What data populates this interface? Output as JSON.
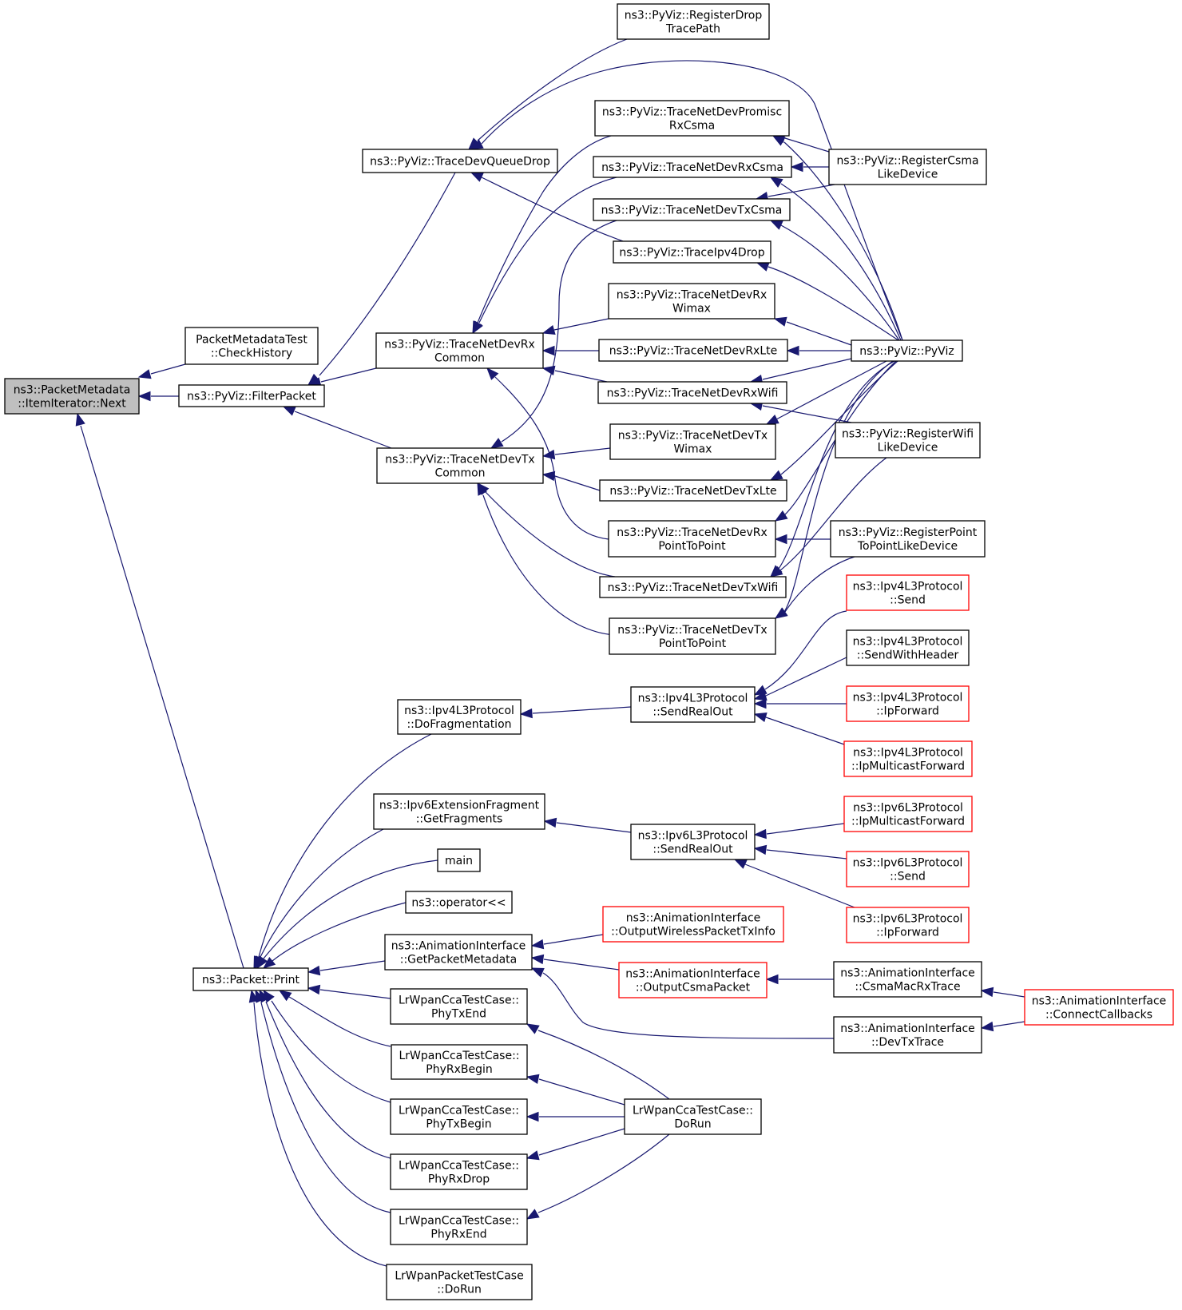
{
  "diagram": {
    "type": "call-graph",
    "colors": {
      "background": "#ffffff",
      "edge": "#191970",
      "node_border": "#000000",
      "truncated_node_border": "#ff0000",
      "root_fill": "#bfbfbf",
      "node_fill": "#ffffff"
    },
    "nodes": [
      {
        "id": "next",
        "lines": [
          "ns3::PacketMetadata",
          "::ItemIterator::Next"
        ],
        "style": "root"
      },
      {
        "id": "checkhistory",
        "lines": [
          "PacketMetadataTest",
          "::CheckHistory"
        ],
        "style": "normal"
      },
      {
        "id": "filterpacket",
        "lines": [
          "ns3::PyViz::FilterPacket"
        ],
        "style": "normal"
      },
      {
        "id": "tracedevqueuedrop",
        "lines": [
          "ns3::PyViz::TraceDevQueueDrop"
        ],
        "style": "normal"
      },
      {
        "id": "registerdrop",
        "lines": [
          "ns3::PyViz::RegisterDrop",
          "TracePath"
        ],
        "style": "normal"
      },
      {
        "id": "tracerxcommon",
        "lines": [
          "ns3::PyViz::TraceNetDevRx",
          "Common"
        ],
        "style": "normal"
      },
      {
        "id": "tracetxcommon",
        "lines": [
          "ns3::PyViz::TraceNetDevTx",
          "Common"
        ],
        "style": "normal"
      },
      {
        "id": "promisc",
        "lines": [
          "ns3::PyViz::TraceNetDevPromisc",
          "RxCsma"
        ],
        "style": "normal"
      },
      {
        "id": "rxcsma",
        "lines": [
          "ns3::PyViz::TraceNetDevRxCsma"
        ],
        "style": "normal"
      },
      {
        "id": "txcsma",
        "lines": [
          "ns3::PyViz::TraceNetDevTxCsma"
        ],
        "style": "normal"
      },
      {
        "id": "ipv4drop",
        "lines": [
          "ns3::PyViz::TraceIpv4Drop"
        ],
        "style": "normal"
      },
      {
        "id": "rxwimax",
        "lines": [
          "ns3::PyViz::TraceNetDevRx",
          "Wimax"
        ],
        "style": "normal"
      },
      {
        "id": "rxlte",
        "lines": [
          "ns3::PyViz::TraceNetDevRxLte"
        ],
        "style": "normal"
      },
      {
        "id": "rxwifi",
        "lines": [
          "ns3::PyViz::TraceNetDevRxWifi"
        ],
        "style": "normal"
      },
      {
        "id": "txwimax",
        "lines": [
          "ns3::PyViz::TraceNetDevTx",
          "Wimax"
        ],
        "style": "normal"
      },
      {
        "id": "txlte",
        "lines": [
          "ns3::PyViz::TraceNetDevTxLte"
        ],
        "style": "normal"
      },
      {
        "id": "rxp2p",
        "lines": [
          "ns3::PyViz::TraceNetDevRx",
          "PointToPoint"
        ],
        "style": "normal"
      },
      {
        "id": "txwifi",
        "lines": [
          "ns3::PyViz::TraceNetDevTxWifi"
        ],
        "style": "normal"
      },
      {
        "id": "txp2p",
        "lines": [
          "ns3::PyViz::TraceNetDevTx",
          "PointToPoint"
        ],
        "style": "normal"
      },
      {
        "id": "registercsma",
        "lines": [
          "ns3::PyViz::RegisterCsma",
          "LikeDevice"
        ],
        "style": "normal"
      },
      {
        "id": "pyviz",
        "lines": [
          "ns3::PyViz::PyViz"
        ],
        "style": "normal"
      },
      {
        "id": "registerwifi",
        "lines": [
          "ns3::PyViz::RegisterWifi",
          "LikeDevice"
        ],
        "style": "normal"
      },
      {
        "id": "registerp2p",
        "lines": [
          "ns3::PyViz::RegisterPoint",
          "ToPointLikeDevice"
        ],
        "style": "normal"
      },
      {
        "id": "packetprint",
        "lines": [
          "ns3::Packet::Print"
        ],
        "style": "normal"
      },
      {
        "id": "dofrag",
        "lines": [
          "ns3::Ipv4L3Protocol",
          "::DoFragmentation"
        ],
        "style": "normal"
      },
      {
        "id": "getfrags",
        "lines": [
          "ns3::Ipv6ExtensionFragment",
          "::GetFragments"
        ],
        "style": "normal"
      },
      {
        "id": "main",
        "lines": [
          "main"
        ],
        "style": "normal"
      },
      {
        "id": "oplt",
        "lines": [
          "ns3::operator<<"
        ],
        "style": "normal"
      },
      {
        "id": "getpktmeta",
        "lines": [
          "ns3::AnimationInterface",
          "::GetPacketMetadata"
        ],
        "style": "normal"
      },
      {
        "id": "phytxend",
        "lines": [
          "LrWpanCcaTestCase::",
          "PhyTxEnd"
        ],
        "style": "normal"
      },
      {
        "id": "phyrxbegin",
        "lines": [
          "LrWpanCcaTestCase::",
          "PhyRxBegin"
        ],
        "style": "normal"
      },
      {
        "id": "phytxbegin",
        "lines": [
          "LrWpanCcaTestCase::",
          "PhyTxBegin"
        ],
        "style": "normal"
      },
      {
        "id": "phyrxdrop",
        "lines": [
          "LrWpanCcaTestCase::",
          "PhyRxDrop"
        ],
        "style": "normal"
      },
      {
        "id": "phyrxend",
        "lines": [
          "LrWpanCcaTestCase::",
          "PhyRxEnd"
        ],
        "style": "normal"
      },
      {
        "id": "lrpktdorun",
        "lines": [
          "LrWpanPacketTestCase",
          "::DoRun"
        ],
        "style": "normal"
      },
      {
        "id": "v4sendrealout",
        "lines": [
          "ns3::Ipv4L3Protocol",
          "::SendRealOut"
        ],
        "style": "normal"
      },
      {
        "id": "v6sendrealout",
        "lines": [
          "ns3::Ipv6L3Protocol",
          "::SendRealOut"
        ],
        "style": "normal"
      },
      {
        "id": "v4send",
        "lines": [
          "ns3::Ipv4L3Protocol",
          "::Send"
        ],
        "style": "truncated"
      },
      {
        "id": "v4sendhdr",
        "lines": [
          "ns3::Ipv4L3Protocol",
          "::SendWithHeader"
        ],
        "style": "normal"
      },
      {
        "id": "v4ipfwd",
        "lines": [
          "ns3::Ipv4L3Protocol",
          "::IpForward"
        ],
        "style": "truncated"
      },
      {
        "id": "v4mcast",
        "lines": [
          "ns3::Ipv4L3Protocol",
          "::IpMulticastForward"
        ],
        "style": "truncated"
      },
      {
        "id": "v6mcast",
        "lines": [
          "ns3::Ipv6L3Protocol",
          "::IpMulticastForward"
        ],
        "style": "truncated"
      },
      {
        "id": "v6send",
        "lines": [
          "ns3::Ipv6L3Protocol",
          "::Send"
        ],
        "style": "truncated"
      },
      {
        "id": "v6ipfwd",
        "lines": [
          "ns3::Ipv6L3Protocol",
          "::IpForward"
        ],
        "style": "truncated"
      },
      {
        "id": "wirelesstx",
        "lines": [
          "ns3::AnimationInterface",
          "::OutputWirelessPacketTxInfo"
        ],
        "style": "truncated"
      },
      {
        "id": "csmapacket",
        "lines": [
          "ns3::AnimationInterface",
          "::OutputCsmaPacket"
        ],
        "style": "truncated"
      },
      {
        "id": "csmamacrx",
        "lines": [
          "ns3::AnimationInterface",
          "::CsmaMacRxTrace"
        ],
        "style": "normal"
      },
      {
        "id": "devtxtrace",
        "lines": [
          "ns3::AnimationInterface",
          "::DevTxTrace"
        ],
        "style": "normal"
      },
      {
        "id": "connectcb",
        "lines": [
          "ns3::AnimationInterface",
          "::ConnectCallbacks"
        ],
        "style": "truncated"
      },
      {
        "id": "ccadorun",
        "lines": [
          "LrWpanCcaTestCase::",
          "DoRun"
        ],
        "style": "normal"
      }
    ],
    "edges": [
      {
        "from": "checkhistory",
        "to": "next"
      },
      {
        "from": "filterpacket",
        "to": "next"
      },
      {
        "from": "packetprint",
        "to": "next"
      },
      {
        "from": "tracedevqueuedrop",
        "to": "filterpacket"
      },
      {
        "from": "tracerxcommon",
        "to": "filterpacket"
      },
      {
        "from": "tracetxcommon",
        "to": "filterpacket"
      },
      {
        "from": "registerdrop",
        "to": "tracedevqueuedrop"
      },
      {
        "from": "pyviz",
        "to": "tracedevqueuedrop"
      },
      {
        "from": "ipv4drop",
        "to": "tracedevqueuedrop"
      },
      {
        "from": "promisc",
        "to": "tracerxcommon"
      },
      {
        "from": "rxcsma",
        "to": "tracerxcommon"
      },
      {
        "from": "rxwimax",
        "to": "tracerxcommon"
      },
      {
        "from": "rxlte",
        "to": "tracerxcommon"
      },
      {
        "from": "rxwifi",
        "to": "tracerxcommon"
      },
      {
        "from": "rxp2p",
        "to": "tracerxcommon"
      },
      {
        "from": "txcsma",
        "to": "tracetxcommon"
      },
      {
        "from": "txwimax",
        "to": "tracetxcommon"
      },
      {
        "from": "txlte",
        "to": "tracetxcommon"
      },
      {
        "from": "txwifi",
        "to": "tracetxcommon"
      },
      {
        "from": "txp2p",
        "to": "tracetxcommon"
      },
      {
        "from": "registercsma",
        "to": "promisc"
      },
      {
        "from": "pyviz",
        "to": "promisc"
      },
      {
        "from": "registercsma",
        "to": "rxcsma"
      },
      {
        "from": "pyviz",
        "to": "rxcsma"
      },
      {
        "from": "registercsma",
        "to": "txcsma"
      },
      {
        "from": "pyviz",
        "to": "txcsma"
      },
      {
        "from": "pyviz",
        "to": "ipv4drop"
      },
      {
        "from": "pyviz",
        "to": "rxwimax"
      },
      {
        "from": "pyviz",
        "to": "rxlte"
      },
      {
        "from": "pyviz",
        "to": "rxwifi"
      },
      {
        "from": "registerwifi",
        "to": "rxwifi"
      },
      {
        "from": "pyviz",
        "to": "txlte"
      },
      {
        "from": "pyviz",
        "to": "rxp2p"
      },
      {
        "from": "registerp2p",
        "to": "rxp2p"
      },
      {
        "from": "pyviz",
        "to": "txwifi"
      },
      {
        "from": "registerwifi",
        "to": "txwifi"
      },
      {
        "from": "pyviz",
        "to": "txp2p"
      },
      {
        "from": "registerp2p",
        "to": "txp2p"
      },
      {
        "from": "pyviz",
        "to": "txwimax"
      },
      {
        "from": "dofrag",
        "to": "packetprint"
      },
      {
        "from": "getfrags",
        "to": "packetprint"
      },
      {
        "from": "main",
        "to": "packetprint"
      },
      {
        "from": "oplt",
        "to": "packetprint"
      },
      {
        "from": "getpktmeta",
        "to": "packetprint"
      },
      {
        "from": "phytxend",
        "to": "packetprint"
      },
      {
        "from": "phyrxbegin",
        "to": "packetprint"
      },
      {
        "from": "phytxbegin",
        "to": "packetprint"
      },
      {
        "from": "phyrxdrop",
        "to": "packetprint"
      },
      {
        "from": "phyrxend",
        "to": "packetprint"
      },
      {
        "from": "lrpktdorun",
        "to": "packetprint"
      },
      {
        "from": "v4sendrealout",
        "to": "dofrag"
      },
      {
        "from": "v4send",
        "to": "v4sendrealout"
      },
      {
        "from": "v4sendhdr",
        "to": "v4sendrealout"
      },
      {
        "from": "v4ipfwd",
        "to": "v4sendrealout"
      },
      {
        "from": "v4mcast",
        "to": "v4sendrealout"
      },
      {
        "from": "v6sendrealout",
        "to": "getfrags"
      },
      {
        "from": "v6mcast",
        "to": "v6sendrealout"
      },
      {
        "from": "v6send",
        "to": "v6sendrealout"
      },
      {
        "from": "v6ipfwd",
        "to": "v6sendrealout"
      },
      {
        "from": "wirelesstx",
        "to": "getpktmeta"
      },
      {
        "from": "csmapacket",
        "to": "getpktmeta"
      },
      {
        "from": "devtxtrace",
        "to": "getpktmeta"
      },
      {
        "from": "csmamacrx",
        "to": "csmapacket"
      },
      {
        "from": "connectcb",
        "to": "csmamacrx"
      },
      {
        "from": "connectcb",
        "to": "devtxtrace"
      },
      {
        "from": "ccadorun",
        "to": "phytxend"
      },
      {
        "from": "ccadorun",
        "to": "phyrxbegin"
      },
      {
        "from": "ccadorun",
        "to": "phytxbegin"
      },
      {
        "from": "ccadorun",
        "to": "phyrxdrop"
      },
      {
        "from": "ccadorun",
        "to": "phyrxend"
      }
    ]
  }
}
